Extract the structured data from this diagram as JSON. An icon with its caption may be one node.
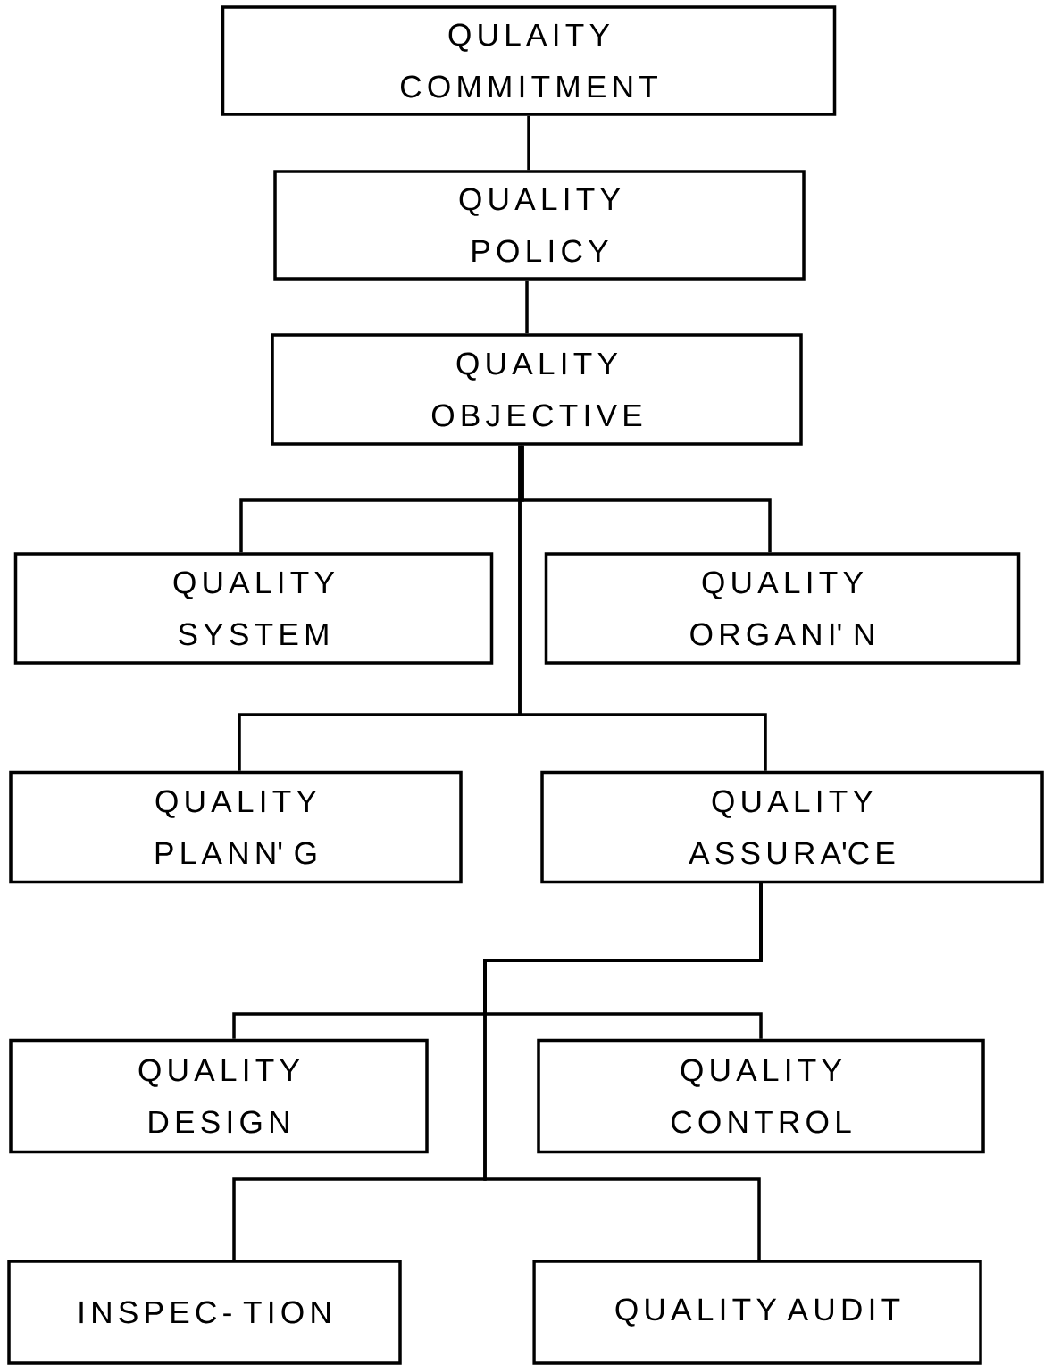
{
  "diagram": {
    "nodes": [
      {
        "text": [
          "QULAITY COMMITMENT"
        ]
      },
      {
        "text": [
          "QUALITY POLICY"
        ]
      },
      {
        "text": [
          "QUALITY OBJECTIVE"
        ]
      },
      {
        "text": [
          "QUALITY SYSTEM"
        ]
      },
      {
        "text": [
          "QUALITY ORGANI' N"
        ]
      },
      {
        "text": [
          "QUALITY PLANN' G"
        ]
      },
      {
        "text": [
          "QUALITY ASSURA'CE"
        ]
      },
      {
        "text": [
          "QUALITY DESIGN"
        ]
      },
      {
        "text": [
          "QUALITY CONTROL"
        ]
      },
      {
        "text": [
          "INSPEC- TION"
        ]
      },
      {
        "text": [
          "QUALITY AUDIT"
        ]
      }
    ],
    "edges": [
      {
        "from": 0,
        "to": 1,
        "arrow": "none"
      },
      {
        "from": 1,
        "to": 2,
        "arrow": "none"
      },
      {
        "from": 2,
        "to": 3,
        "arrow": "none"
      },
      {
        "from": 2,
        "to": 4,
        "arrow": "none"
      },
      {
        "from": 2,
        "to": 5,
        "arrow": "none"
      },
      {
        "from": 2,
        "to": 6,
        "arrow": "none"
      },
      {
        "from": 6,
        "to": 7,
        "arrow": "none"
      },
      {
        "from": 6,
        "to": 8,
        "arrow": "none"
      },
      {
        "from": 6,
        "to": 9,
        "arrow": "none"
      },
      {
        "from": 6,
        "to": 10,
        "arrow": "none"
      }
    ]
  }
}
